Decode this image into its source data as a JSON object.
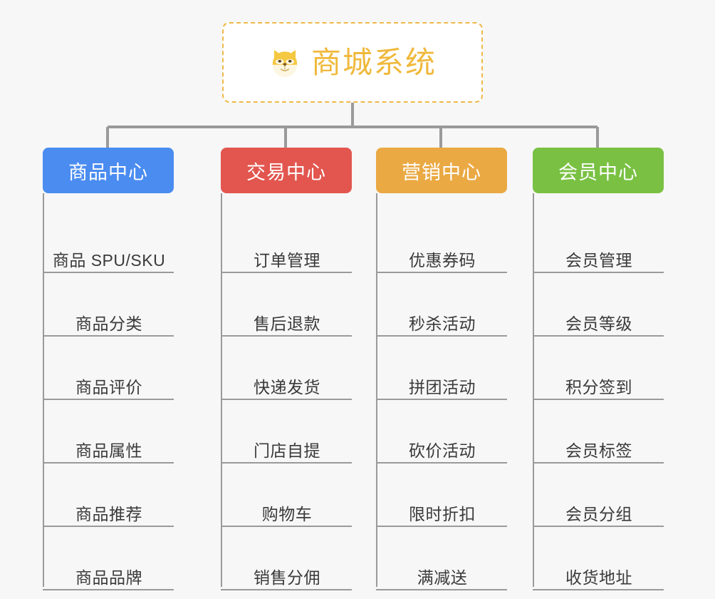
{
  "background_color": "#f7f7f7",
  "root": {
    "title": "商城系统",
    "icon": "shiba-dog-face-icon",
    "title_color": "#f0b93c",
    "border_color": "#eeb94a"
  },
  "columns": [
    {
      "header": "商品中心",
      "color": "#4a8cf0",
      "items": [
        "商品 SPU/SKU",
        "商品分类",
        "商品评价",
        "商品属性",
        "商品推荐",
        "商品品牌"
      ]
    },
    {
      "header": "交易中心",
      "color": "#e2564f",
      "items": [
        "订单管理",
        "售后退款",
        "快递发货",
        "门店自提",
        "购物车",
        "销售分佣"
      ]
    },
    {
      "header": "营销中心",
      "color": "#eaa943",
      "items": [
        "优惠券码",
        "秒杀活动",
        "拼团活动",
        "砍价活动",
        "限时折扣",
        "满减送"
      ]
    },
    {
      "header": "会员中心",
      "color": "#7ac143",
      "items": [
        "会员管理",
        "会员等级",
        "积分签到",
        "会员标签",
        "会员分组",
        "收货地址"
      ]
    }
  ],
  "connector_color": "#9a9a9a"
}
